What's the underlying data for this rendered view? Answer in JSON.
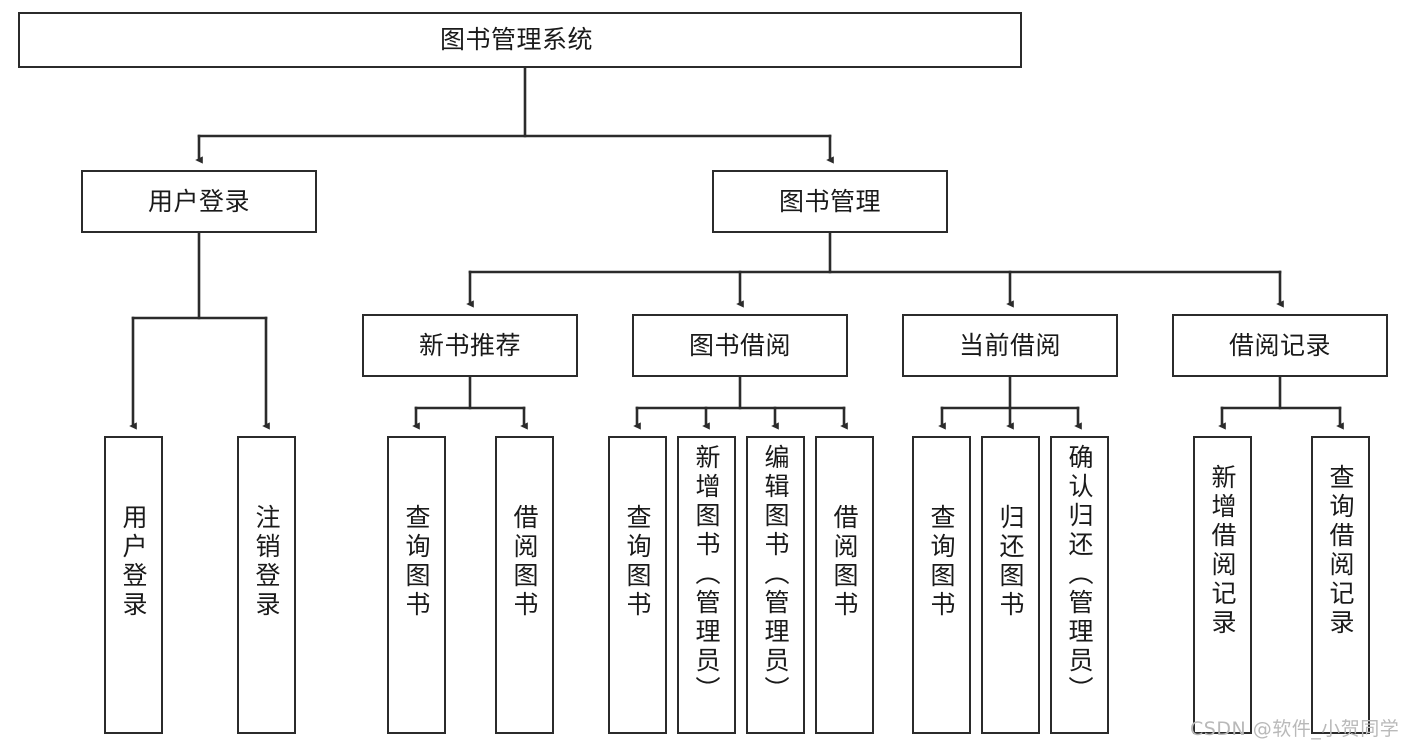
{
  "diagram": {
    "type": "tree-hierarchy",
    "title": "图书管理系统",
    "watermark": "CSDN @软件_小贺同学",
    "colors": {
      "stroke": "#2b2b2b",
      "fill": "#ffffff",
      "text": "#1a1a1a",
      "watermark": "#b9b9b9"
    },
    "levels": {
      "root": {
        "label": "图书管理系统"
      },
      "level2": [
        {
          "label": "用户登录"
        },
        {
          "label": "图书管理"
        }
      ],
      "level3": [
        {
          "label": "新书推荐"
        },
        {
          "label": "图书借阅"
        },
        {
          "label": "当前借阅"
        },
        {
          "label": "借阅记录"
        }
      ],
      "leaves": {
        "user_login": [
          {
            "label": "用户登录"
          },
          {
            "label": "注销登录"
          }
        ],
        "new_book_recommend": [
          {
            "label": "查询图书"
          },
          {
            "label": "借阅图书"
          }
        ],
        "book_borrow": [
          {
            "label": "查询图书"
          },
          {
            "label": "新增图书（管理员）"
          },
          {
            "label": "编辑图书（管理员）"
          },
          {
            "label": "借阅图书"
          }
        ],
        "current_borrow": [
          {
            "label": "查询图书"
          },
          {
            "label": "归还图书"
          },
          {
            "label": "确认归还（管理员）"
          }
        ],
        "borrow_record": [
          {
            "label": "新增借阅记录"
          },
          {
            "label": "查询借阅记录"
          }
        ]
      }
    }
  }
}
